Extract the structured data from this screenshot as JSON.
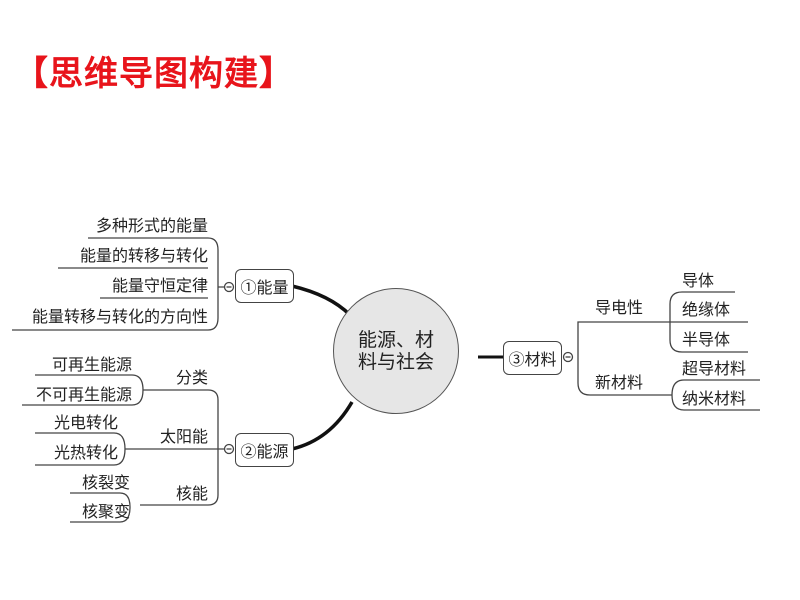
{
  "title": "【思维导图构建】",
  "center": "能源、材料与社会",
  "branches": {
    "energy": {
      "label": "①能量",
      "items": [
        "多种形式的能量",
        "能量的转移与转化",
        "能量守恒定律",
        "能量转移与转化的方向性"
      ]
    },
    "source": {
      "label": "②能源",
      "groups": [
        {
          "label": "分类",
          "items": [
            "可再生能源",
            "不可再生能源"
          ]
        },
        {
          "label": "太阳能",
          "items": [
            "光电转化",
            "光热转化"
          ]
        },
        {
          "label": "核能",
          "items": [
            "核裂变",
            "核聚变"
          ]
        }
      ]
    },
    "material": {
      "label": "③材料",
      "groups": [
        {
          "label": "导电性",
          "items": [
            "导体",
            "绝缘体",
            "半导体"
          ]
        },
        {
          "label": "新材料",
          "items": [
            "超导材料",
            "纳米材料"
          ]
        }
      ]
    }
  }
}
